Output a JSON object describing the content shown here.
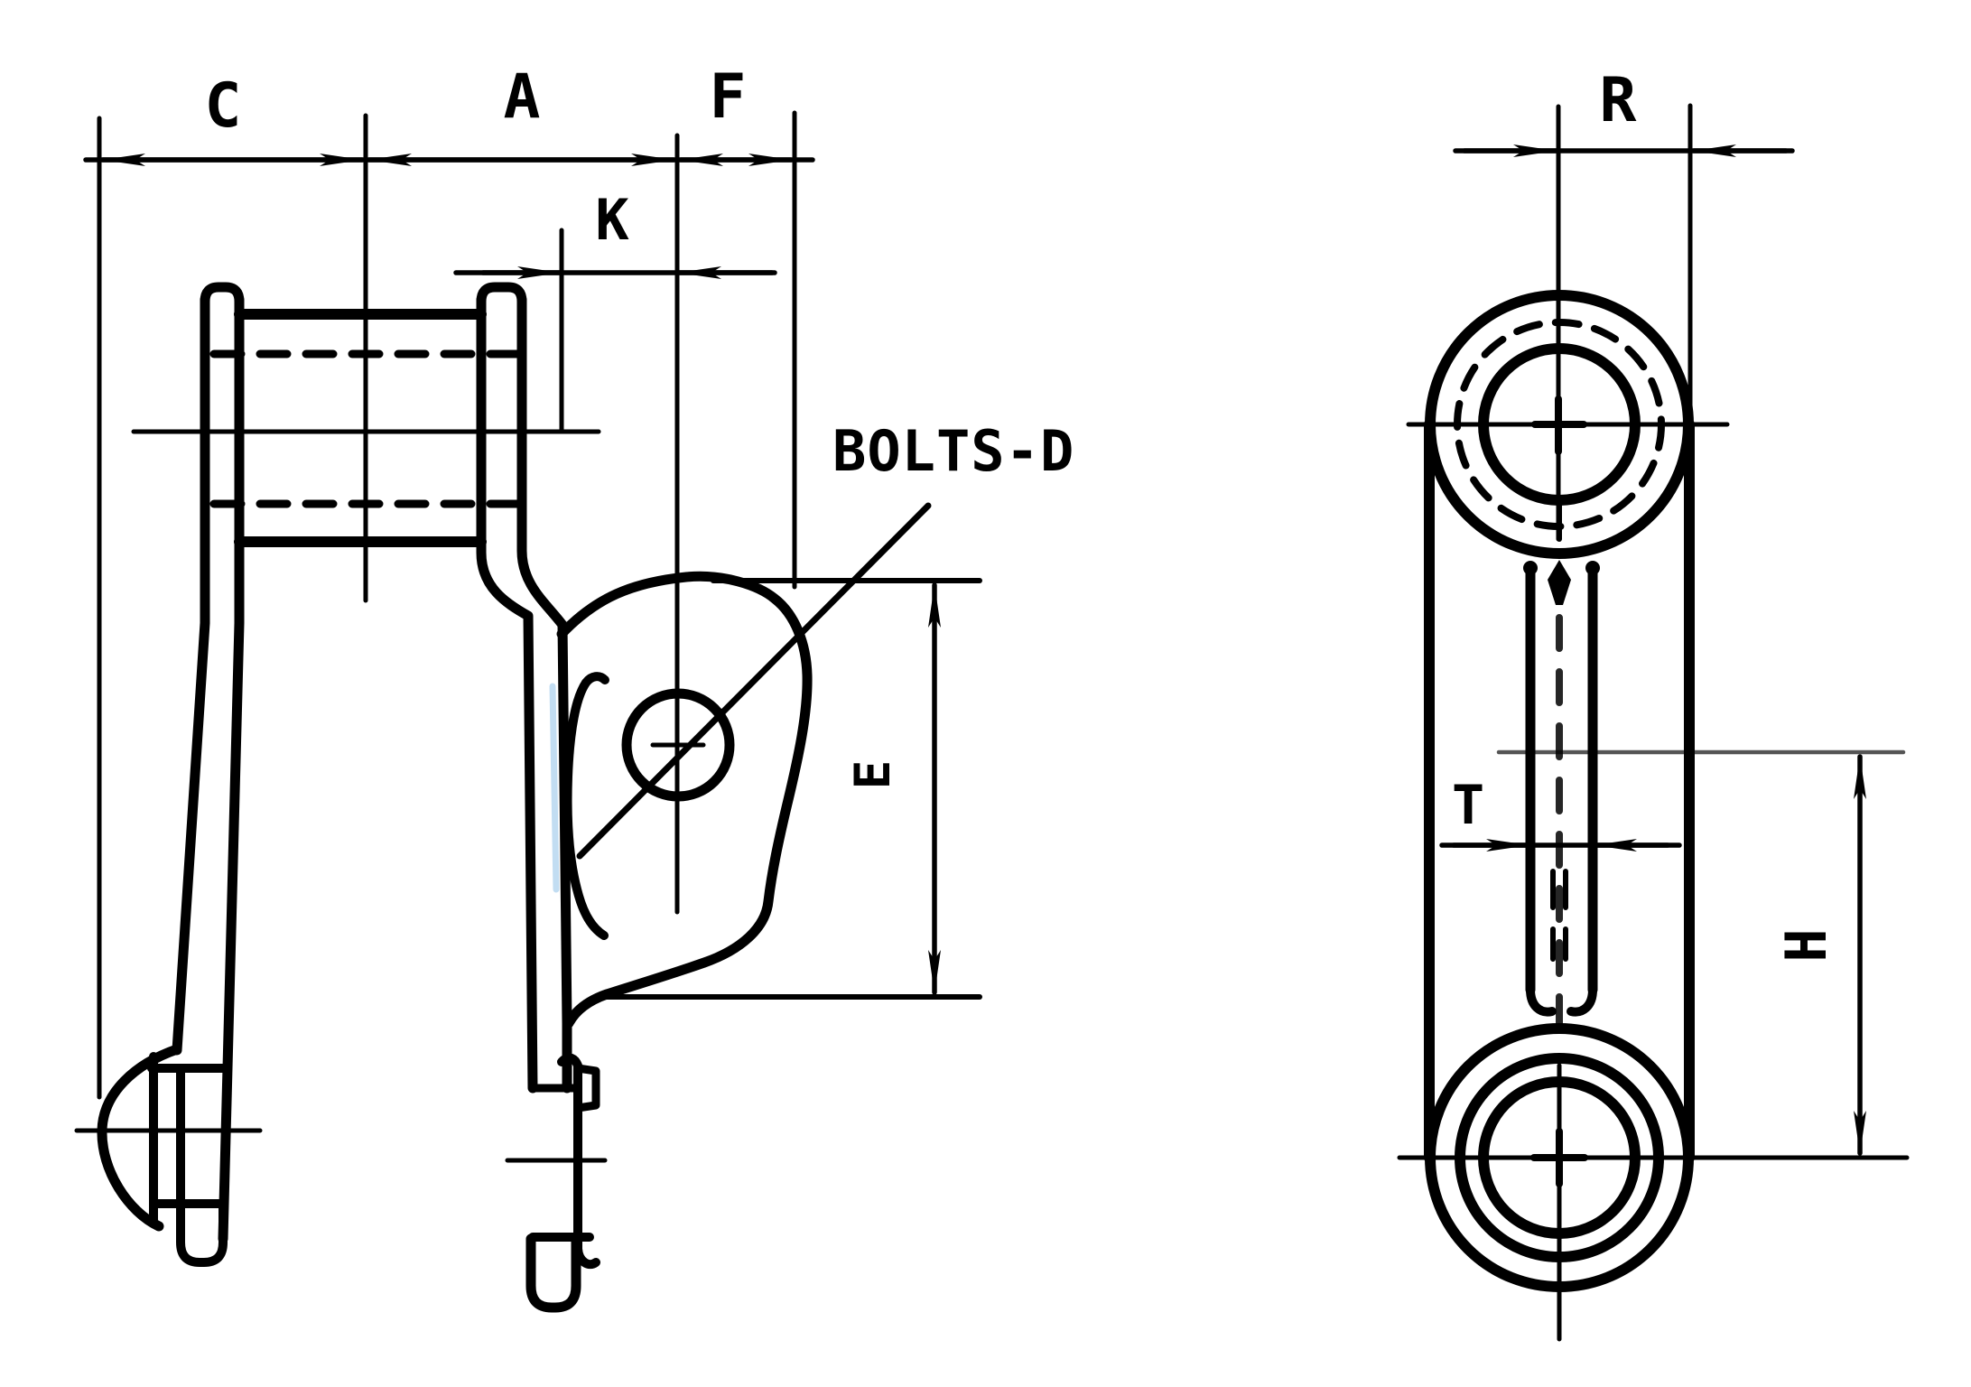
{
  "colors": {
    "background": "#ffffff",
    "ink": "#000000",
    "artifact_blue": "#8fc1e8"
  },
  "left_view": {
    "dim_labels": {
      "c": "C",
      "a": "A",
      "f": "F",
      "k": "K",
      "e": "E"
    },
    "callout": "BOLTS-D"
  },
  "right_view": {
    "dim_labels": {
      "r": "R",
      "t": "T",
      "h": "H"
    }
  }
}
